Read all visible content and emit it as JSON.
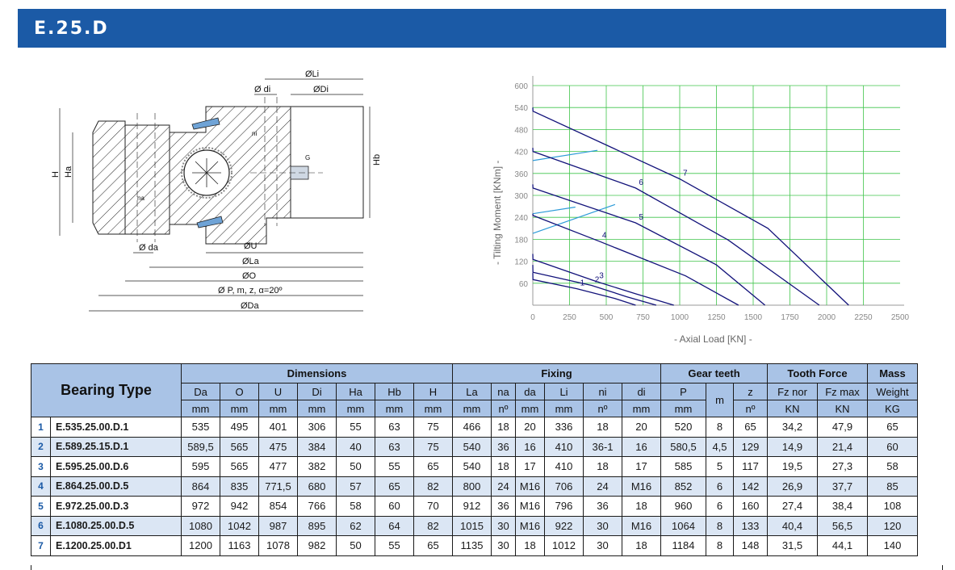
{
  "header": {
    "title": "E.25.D"
  },
  "drawing": {
    "labels": {
      "li": "ØLi",
      "di_fix": "Ø di",
      "di": "ØDi",
      "ni": "ni",
      "g": "G",
      "h": "H",
      "ha": "Ha",
      "hb": "Hb",
      "na": "na",
      "da": "Ø da",
      "u": "ØU",
      "la": "ØLa",
      "o": "ØO",
      "gear": "Ø P, m, z, α=20º",
      "da_outer": "ØDa"
    }
  },
  "chart_data": {
    "type": "line",
    "xlabel": "-  Axial Load  [KN]  -",
    "ylabel": "-  Tilting Moment  [KNm]  -",
    "xlim": [
      0,
      2500
    ],
    "ylim": [
      0,
      600
    ],
    "x_ticks": [
      0,
      250,
      500,
      750,
      1000,
      1250,
      1500,
      1750,
      2000,
      2250,
      2500
    ],
    "y_ticks": [
      60,
      120,
      180,
      240,
      300,
      360,
      420,
      480,
      540,
      600
    ],
    "grid": true,
    "series": [
      {
        "name": "1",
        "points": [
          [
            0,
            88
          ],
          [
            1,
            70
          ],
          [
            300,
            45
          ],
          [
            560,
            18
          ],
          [
            700,
            0
          ]
        ]
      },
      {
        "name": "2",
        "points": [
          [
            0,
            110
          ],
          [
            1,
            90
          ],
          [
            400,
            54
          ],
          [
            640,
            23
          ],
          [
            840,
            0
          ]
        ]
      },
      {
        "name": "3",
        "points": [
          [
            0,
            140
          ],
          [
            1,
            125
          ],
          [
            430,
            65
          ],
          [
            700,
            31
          ],
          [
            960,
            0
          ]
        ]
      },
      {
        "name": "4",
        "points": [
          [
            0,
            250
          ],
          [
            1,
            245
          ],
          [
            450,
            175
          ],
          [
            1040,
            80
          ],
          [
            1400,
            0
          ]
        ]
      },
      {
        "name": "5",
        "points": [
          [
            0,
            330
          ],
          [
            1,
            320
          ],
          [
            700,
            225
          ],
          [
            1250,
            110
          ],
          [
            1580,
            0
          ]
        ]
      },
      {
        "name": "6",
        "points": [
          [
            0,
            430
          ],
          [
            1,
            420
          ],
          [
            700,
            320
          ],
          [
            1330,
            178
          ],
          [
            1950,
            0
          ]
        ]
      },
      {
        "name": "7",
        "points": [
          [
            0,
            540
          ],
          [
            1,
            530
          ],
          [
            1000,
            345
          ],
          [
            1600,
            210
          ],
          [
            2150,
            0
          ]
        ]
      }
    ],
    "cut_lines": [
      {
        "points": [
          [
            0,
            395
          ],
          [
            440,
            423
          ]
        ]
      },
      {
        "points": [
          [
            0,
            250
          ],
          [
            290,
            268
          ]
        ]
      },
      {
        "points": [
          [
            0,
            196
          ],
          [
            560,
            275
          ]
        ]
      }
    ]
  },
  "table": {
    "bearing_type_label": "Bearing Type",
    "groups": {
      "dimensions": "Dimensions",
      "fixing": "Fixing",
      "gear": "Gear teeth",
      "tooth_force": "Tooth Force",
      "mass": "Mass"
    },
    "subheaders": [
      {
        "top": "Da",
        "bottom": "mm"
      },
      {
        "top": "O",
        "bottom": "mm"
      },
      {
        "top": "U",
        "bottom": "mm"
      },
      {
        "top": "Di",
        "bottom": "mm"
      },
      {
        "top": "Ha",
        "bottom": "mm"
      },
      {
        "top": "Hb",
        "bottom": "mm"
      },
      {
        "top": "H",
        "bottom": "mm"
      },
      {
        "top": "La",
        "bottom": "mm"
      },
      {
        "top": "na",
        "bottom": "nº"
      },
      {
        "top": "da",
        "bottom": "mm"
      },
      {
        "top": "Li",
        "bottom": "mm"
      },
      {
        "top": "ni",
        "bottom": "nº"
      },
      {
        "top": "di",
        "bottom": "mm"
      },
      {
        "top": "P",
        "bottom": "mm"
      },
      {
        "top": "m",
        "bottom": ""
      },
      {
        "top": "z",
        "bottom": "nº"
      },
      {
        "top": "Fz nor",
        "bottom": "KN"
      },
      {
        "top": "Fz max",
        "bottom": "KN"
      },
      {
        "top": "Weight",
        "bottom": "KG"
      }
    ],
    "rows": [
      [
        "1",
        "E.535.25.00.D.1",
        "535",
        "495",
        "401",
        "306",
        "55",
        "63",
        "75",
        "466",
        "18",
        "20",
        "336",
        "18",
        "20",
        "520",
        "8",
        "65",
        "34,2",
        "47,9",
        "65"
      ],
      [
        "2",
        "E.589.25.15.D.1",
        "589,5",
        "565",
        "475",
        "384",
        "40",
        "63",
        "75",
        "540",
        "36",
        "16",
        "410",
        "36-1",
        "16",
        "580,5",
        "4,5",
        "129",
        "14,9",
        "21,4",
        "60"
      ],
      [
        "3",
        "E.595.25.00.D.6",
        "595",
        "565",
        "477",
        "382",
        "50",
        "55",
        "65",
        "540",
        "18",
        "17",
        "410",
        "18",
        "17",
        "585",
        "5",
        "117",
        "19,5",
        "27,3",
        "58"
      ],
      [
        "4",
        "E.864.25.00.D.5",
        "864",
        "835",
        "771,5",
        "680",
        "57",
        "65",
        "82",
        "800",
        "24",
        "M16",
        "706",
        "24",
        "M16",
        "852",
        "6",
        "142",
        "26,9",
        "37,7",
        "85"
      ],
      [
        "5",
        "E.972.25.00.D.3",
        "972",
        "942",
        "854",
        "766",
        "58",
        "60",
        "70",
        "912",
        "36",
        "M16",
        "796",
        "36",
        "18",
        "960",
        "6",
        "160",
        "27,4",
        "38,4",
        "108"
      ],
      [
        "6",
        "E.1080.25.00.D.5",
        "1080",
        "1042",
        "987",
        "895",
        "62",
        "64",
        "82",
        "1015",
        "30",
        "M16",
        "922",
        "30",
        "M16",
        "1064",
        "8",
        "133",
        "40,4",
        "56,5",
        "120"
      ],
      [
        "7",
        "E.1200.25.00.D1",
        "1200",
        "1163",
        "1078",
        "982",
        "50",
        "55",
        "65",
        "1135",
        "30",
        "18",
        "1012",
        "30",
        "18",
        "1184",
        "8",
        "148",
        "31,5",
        "44,1",
        "140"
      ]
    ]
  }
}
